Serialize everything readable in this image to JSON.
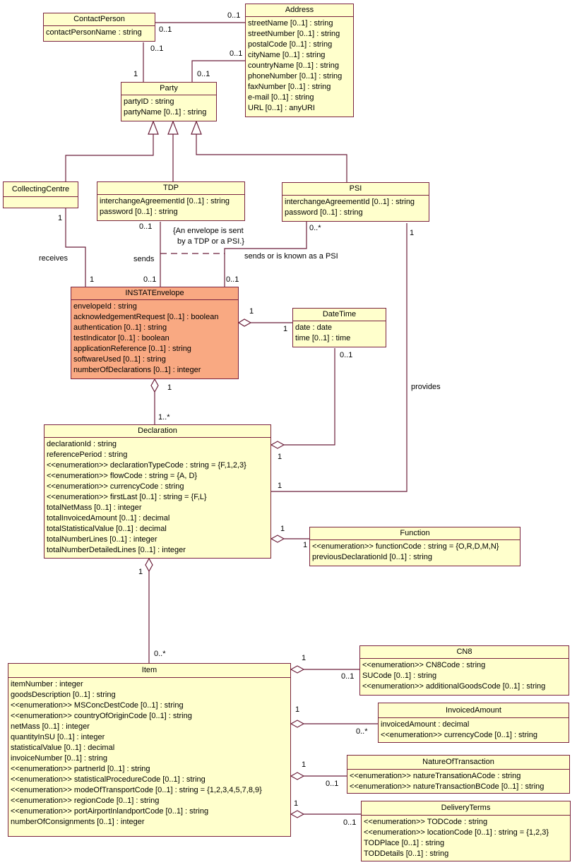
{
  "classes": {
    "contactPerson": {
      "name": "ContactPerson",
      "attrs": [
        "contactPersonName : string"
      ]
    },
    "address": {
      "name": "Address",
      "attrs": [
        "streetName [0..1] : string",
        "streetNumber [0..1] : string",
        "postalCode [0..1] : string",
        "cityName [0..1] : string",
        "countryName [0..1] : string",
        "phoneNumber [0..1] : string",
        "faxNumber [0..1] : string",
        "e-mail [0..1] : string",
        "URL [0..1] : anyURI"
      ]
    },
    "party": {
      "name": "Party",
      "attrs": [
        "partyID : string",
        "partyName [0..1] : string"
      ]
    },
    "collectingCentre": {
      "name": "CollectingCentre",
      "attrs": []
    },
    "tdp": {
      "name": "TDP",
      "attrs": [
        "interchangeAgreementId [0..1] : string",
        "password [0..1] : string"
      ]
    },
    "psi": {
      "name": "PSI",
      "attrs": [
        "interchangeAgreementId [0..1] : string",
        "password [0..1] : string"
      ]
    },
    "envelope": {
      "name": "INSTATEnvelope",
      "attrs": [
        "envelopeId : string",
        "acknowledgementRequest [0..1] : boolean",
        "authentication [0..1] : string",
        "testIndicator [0..1] : boolean",
        "applicationReference [0..1] : string",
        "softwareUsed [0..1] : string",
        "numberOfDeclarations [0..1] : integer"
      ]
    },
    "dateTime": {
      "name": "DateTime",
      "attrs": [
        "date : date",
        "time [0..1] : time"
      ]
    },
    "declaration": {
      "name": "Declaration",
      "attrs": [
        "declarationId : string",
        "referencePeriod : string",
        "<<enumeration>> declarationTypeCode : string = {F,1,2,3}",
        "<<enumeration>> flowCode : string = {A, D}",
        "<<enumeration>> currencyCode : string",
        "<<enumeration>> firstLast [0..1] : string = {F,L}",
        "totalNetMass [0..1] : integer",
        "totalInvoicedAmount [0..1] : decimal",
        "totalStatisticalValue [0..1] : decimal",
        "totalNumberLines [0..1] : integer",
        "totalNumberDetailedLines [0..1] : integer"
      ]
    },
    "function": {
      "name": "Function",
      "attrs": [
        "<<enumeration>> functionCode : string = {O,R,D,M,N}",
        "previousDeclarationId [0..1] : string"
      ]
    },
    "item": {
      "name": "Item",
      "attrs": [
        "itemNumber : integer",
        "goodsDescription [0..1] : string",
        "<<enumeration>> MSConcDestCode [0..1] : string",
        "<<enumeration>> countryOfOriginCode [0..1] : string",
        "netMass [0..1] : integer",
        "quantityInSU [0..1] : integer",
        "statisticalValue [0..1] : decimal",
        "invoiceNumber [0..1] : string",
        "<<enumeration>> partnerId [0..1] : string",
        "<<enumeration>> statisticalProcedureCode [0..1] : string",
        "<<enumeration>> modeOfTransportCode [0..1] : string = {1,2,3,4,5,7,8,9}",
        "<<enumeration>> regionCode [0..1] : string",
        "<<enumeration>> portAirportInlandportCode [0..1] : string",
        "numberOfConsignments [0..1] : integer"
      ]
    },
    "cn8": {
      "name": "CN8",
      "attrs": [
        "<<enumeration>> CN8Code : string",
        "SUCode [0..1] : string",
        "<<enumeration>> additionalGoodsCode [0..1] : string"
      ]
    },
    "invoicedAmount": {
      "name": "InvoicedAmount",
      "attrs": [
        "invoicedAmount : decimal",
        "<<enumeration>> currencyCode [0..1] : string"
      ]
    },
    "natureOfTransaction": {
      "name": "NatureOfTransaction",
      "attrs": [
        "<<enumeration>> natureTransationACode : string",
        "<<enumeration>> natureTransactionBCode [0..1] : string"
      ]
    },
    "deliveryTerms": {
      "name": "DeliveryTerms",
      "attrs": [
        "<<enumeration>> TODCode : string",
        "<<enumeration>> locationCode [0..1] : string = {1,2,3}",
        "TODPlace [0..1] : string",
        "TODDetails [0..1] : string"
      ]
    }
  },
  "labels": {
    "cp_addr_a": "0..1",
    "cp_addr_b": "0..1",
    "cp_party_a": "0..1",
    "cp_party_b": "1",
    "party_addr_a": "0..1",
    "party_addr_b": "0..1",
    "cc_mult": "1",
    "receives": "receives",
    "env_cc_mult": "1",
    "tdp_mult": "0..1",
    "sends": "sends",
    "env_tdp_mult": "0..1",
    "constraint_line1": "{An envelope is sent",
    "constraint_line2": "by a TDP or a PSI.}",
    "psi_mult": "0..*",
    "sends_psi": "sends or is known as a PSI",
    "env_psi_mult": "0..1",
    "psi_decl_mult": "1",
    "provides": "provides",
    "decl_psi_mult": "1",
    "env_dt_a": "1",
    "env_dt_b": "1",
    "dt_decl_a": "0..1",
    "dt_decl_b": "1",
    "env_decl_a": "1",
    "env_decl_b": "1..*",
    "decl_func_a": "1",
    "decl_func_b": "1",
    "decl_item_a": "1",
    "decl_item_b": "0..*",
    "item_cn8_a": "1",
    "item_cn8_b": "0..1",
    "item_inv_a": "1",
    "item_inv_b": "0..*",
    "item_not_a": "1",
    "item_not_b": "0..1",
    "item_dt_a": "1",
    "item_dt_b": "0..1"
  },
  "colors": {
    "line": "#6b1f3a",
    "class_fill": "#ffffcc",
    "highlight_fill": "#f9a982"
  }
}
